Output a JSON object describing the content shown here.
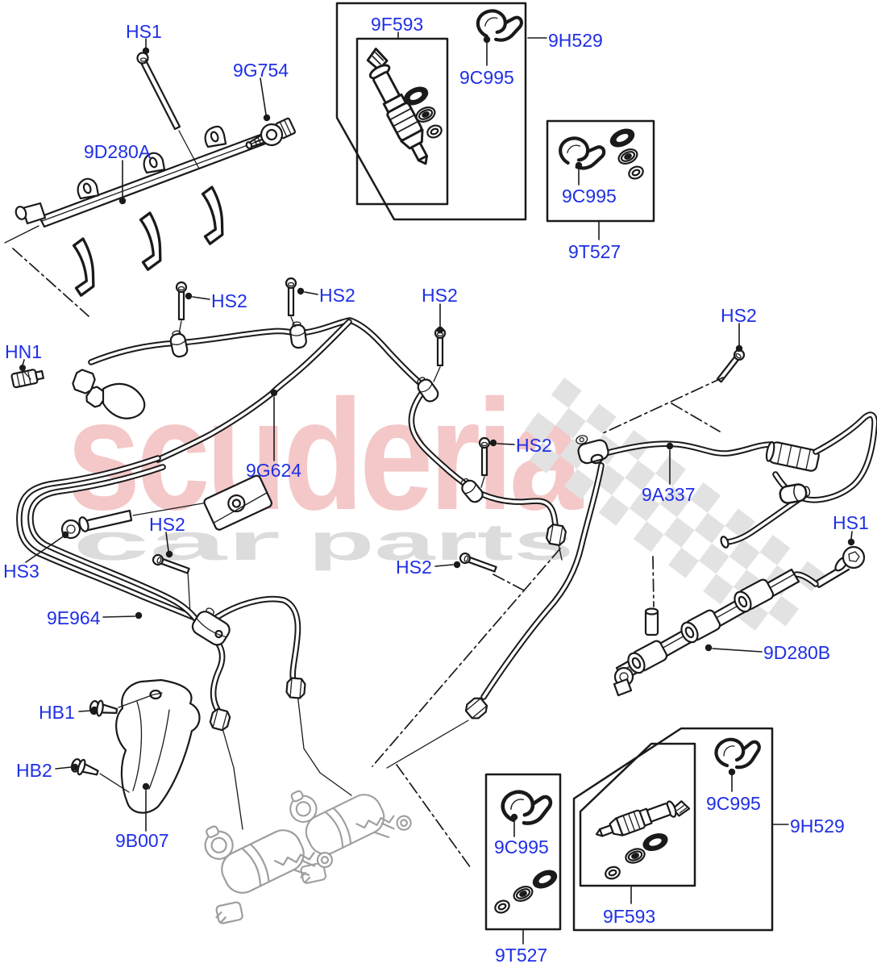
{
  "diagram": {
    "description": "Exploded parts diagram - fuel injection supply system with two fuel rails, injectors, high pressure pipes and pumps",
    "colors": {
      "label_blue": "#1f2fe6",
      "line_black": "#1a1a1a",
      "pump_gray": "#9e9e9e",
      "watermark_pink": "#f4c8c8",
      "watermark_gray": "#dcdcdc",
      "checker_gray": "#e2e2e2",
      "background": "#ffffff"
    },
    "watermark": {
      "brand": "scuderia",
      "word1": "car",
      "word2": "parts"
    },
    "labels": [
      {
        "id": "hs1-top",
        "text": "HS1"
      },
      {
        "id": "9g754",
        "text": "9G754"
      },
      {
        "id": "9d280a",
        "text": "9D280A"
      },
      {
        "id": "9f593-top",
        "text": "9F593"
      },
      {
        "id": "9c995-top",
        "text": "9C995"
      },
      {
        "id": "9h529-top",
        "text": "9H529"
      },
      {
        "id": "9c995-tr",
        "text": "9C995"
      },
      {
        "id": "9t527-top",
        "text": "9T527"
      },
      {
        "id": "hn1",
        "text": "HN1"
      },
      {
        "id": "hs2-1",
        "text": "HS2"
      },
      {
        "id": "hs2-2",
        "text": "HS2"
      },
      {
        "id": "hs2-3",
        "text": "HS2"
      },
      {
        "id": "hs2-4",
        "text": "HS2"
      },
      {
        "id": "9g624",
        "text": "9G624"
      },
      {
        "id": "hs2-5",
        "text": "HS2"
      },
      {
        "id": "9a337",
        "text": "9A337"
      },
      {
        "id": "hs1-right",
        "text": "HS1"
      },
      {
        "id": "hs3",
        "text": "HS3"
      },
      {
        "id": "hs2-6",
        "text": "HS2"
      },
      {
        "id": "hs2-7",
        "text": "HS2"
      },
      {
        "id": "9e964",
        "text": "9E964"
      },
      {
        "id": "9d280b",
        "text": "9D280B"
      },
      {
        "id": "hb1",
        "text": "HB1"
      },
      {
        "id": "hb2",
        "text": "HB2"
      },
      {
        "id": "9b007",
        "text": "9B007"
      },
      {
        "id": "9c995-bl",
        "text": "9C995"
      },
      {
        "id": "9t527-bottom",
        "text": "9T527"
      },
      {
        "id": "9c995-br",
        "text": "9C995"
      },
      {
        "id": "9h529-bottom",
        "text": "9H529"
      },
      {
        "id": "9f593-bottom",
        "text": "9F593"
      }
    ]
  }
}
